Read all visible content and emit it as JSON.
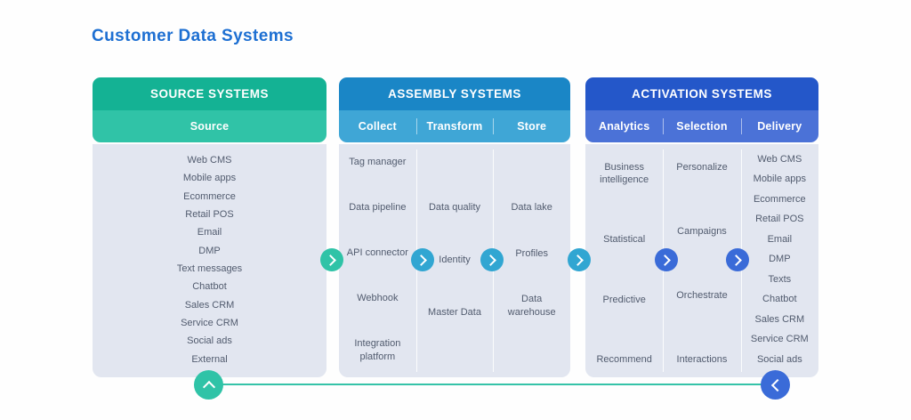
{
  "title": "Customer Data Systems",
  "colors": {
    "title_text": "#1d6fd2",
    "source_header": "#14b294",
    "source_subheader": "#30c3a7",
    "assembly_header": "#1a86c6",
    "assembly_subheader": "#3fa6d6",
    "activation_header": "#2457c9",
    "activation_subheader": "#4b72d7",
    "panel_body": "#e2e6f0",
    "item_text": "#515b6e",
    "connector_line": "#35c3a8",
    "arrow_teal": "#2fc3a7",
    "arrow_cyan": "#31a6d2",
    "arrow_blue": "#3a6bd8"
  },
  "panels": [
    {
      "id": "source",
      "title": "SOURCE SYSTEMS",
      "columns": [
        {
          "label": "Source",
          "items": [
            "Web CMS",
            "Mobile apps",
            "Ecommerce",
            "Retail POS",
            "Email",
            "DMP",
            "Text messages",
            "Chatbot",
            "Sales CRM",
            "Service CRM",
            "Social ads",
            "External"
          ]
        }
      ]
    },
    {
      "id": "assembly",
      "title": "ASSEMBLY SYSTEMS",
      "columns": [
        {
          "label": "Collect",
          "items": [
            "Tag manager",
            "Data pipeline",
            "API connector",
            "Webhook",
            "Integration platform"
          ]
        },
        {
          "label": "Transform",
          "items": [
            "Data quality",
            "Identity",
            "Master Data"
          ]
        },
        {
          "label": "Store",
          "items": [
            "Data lake",
            "Profiles",
            "Data warehouse"
          ]
        }
      ]
    },
    {
      "id": "activation",
      "title": "ACTIVATION SYSTEMS",
      "columns": [
        {
          "label": "Analytics",
          "items": [
            "Business intelligence",
            "Statistical",
            "Predictive",
            "Recommend"
          ]
        },
        {
          "label": "Selection",
          "items": [
            "Personalize",
            "Campaigns",
            "Orchestrate",
            "Interactions"
          ]
        },
        {
          "label": "Delivery",
          "items": [
            "Web CMS",
            "Mobile apps",
            "Ecommerce",
            "Retail POS",
            "Email",
            "DMP",
            "Texts",
            "Chatbot",
            "Sales CRM",
            "Service CRM",
            "Social ads"
          ]
        }
      ]
    }
  ],
  "arrows": {
    "flow": [
      {
        "name": "source-to-collect",
        "color": "teal",
        "direction": "right"
      },
      {
        "name": "collect-to-transform",
        "color": "cyan",
        "direction": "right"
      },
      {
        "name": "transform-to-store",
        "color": "cyan",
        "direction": "right"
      },
      {
        "name": "store-to-analytics",
        "color": "cyan",
        "direction": "right"
      },
      {
        "name": "analytics-to-selection",
        "color": "blue",
        "direction": "right"
      },
      {
        "name": "selection-to-delivery",
        "color": "blue",
        "direction": "right"
      }
    ],
    "feedback": [
      {
        "name": "feedback-up",
        "color": "teal",
        "direction": "up"
      },
      {
        "name": "feedback-left",
        "color": "blue",
        "direction": "left"
      }
    ]
  }
}
